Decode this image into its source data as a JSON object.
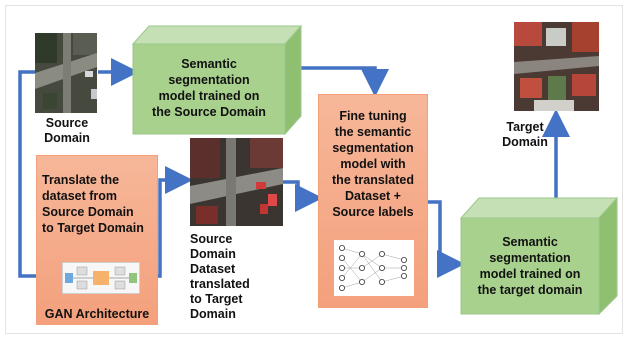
{
  "labels": {
    "source_domain": "Source\nDomain",
    "translated_dataset": "Source\nDomain\nDataset\ntranslated\nto Target\nDomain",
    "target_domain": "Target\nDomain",
    "gan_architecture": "GAN Architecture"
  },
  "boxes": {
    "model_source": "Semantic\nsegmentation\nmodel trained on\nthe Source Domain",
    "translate": "Translate the\ndataset from\nSource Domain\nto Target Domain",
    "fine_tuning": "Fine tuning\nthe semantic\nsegmentation\nmodel with\nthe translated\nDataset +\nSource labels",
    "model_target": "Semantic\nsegmentation\nmodel trained on\nthe target domain"
  },
  "colors": {
    "arrow": "#4472c4",
    "green_front": "#a9d18e",
    "green_top": "#c5e0b4",
    "green_side": "#8fbf70",
    "orange": "#f4a582"
  }
}
